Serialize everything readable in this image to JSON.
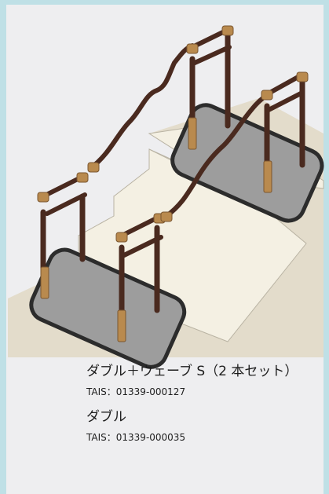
{
  "product_double_wave": {
    "name": "ダブル＋ウェーブ S（2 本セット）",
    "tais": "TAIS：01339-000127"
  },
  "product_double": {
    "name": "ダブル",
    "tais": "TAIS：01339-000035"
  },
  "colors": {
    "background": "#eeeef0",
    "floor": "#e3dccb",
    "stair_face": "#f3efe2",
    "mat": "#9e9e9e",
    "mat_border": "#2e2e2e",
    "rail": "#4a2a1f",
    "joint": "#b98a4e"
  }
}
